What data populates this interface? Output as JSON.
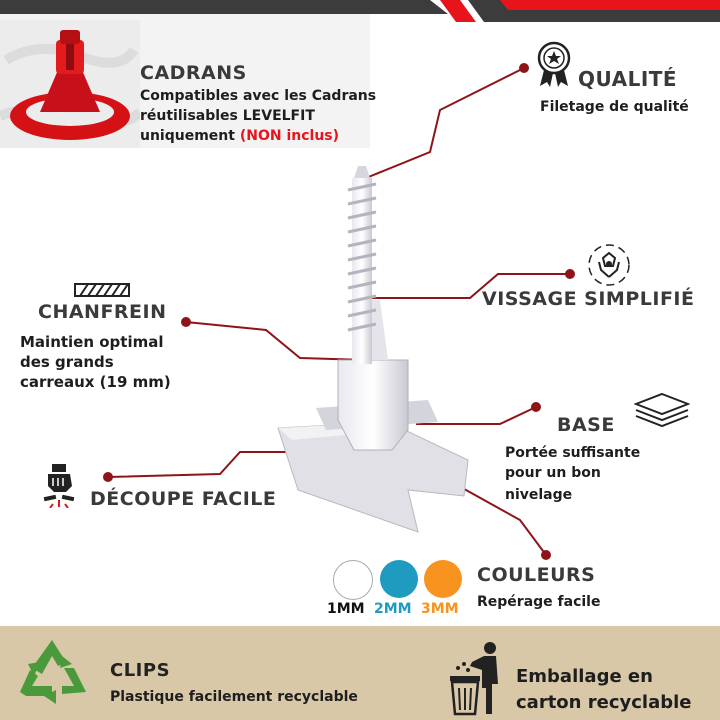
{
  "colors": {
    "accent_red": "#e8141c",
    "line_red": "#8e1418",
    "header_gray": "#3a3a3a",
    "stripe_dark": "#3c3c3c",
    "footer_bg": "#d8c8a8",
    "swatch_white": "#ffffff",
    "swatch_blue": "#1e9bbf",
    "swatch_orange": "#f7931e"
  },
  "cadrans": {
    "title": "CADRANS",
    "line1": "Compatibles avec les Cadrans",
    "line2": "réutilisables LEVELFIT",
    "line3": "uniquement ",
    "highlight": "(NON inclus)"
  },
  "qualite": {
    "icon": "award-ribbon-icon",
    "title": "QUALITÉ",
    "text": "Filetage de qualité"
  },
  "vissage": {
    "icon": "rotate-flower-icon",
    "title": "VISSAGE SIMPLIFIÉ"
  },
  "chanfrein": {
    "icon": "hatched-bar-icon",
    "title": "CHANFREIN",
    "line1": "Maintien optimal",
    "line2": "des grands",
    "line3": "carreaux (19 mm)"
  },
  "base": {
    "icon": "stacked-layers-icon",
    "title": "BASE",
    "line1": "Portée suffisante",
    "line2": "pour un bon",
    "line3": "nivelage"
  },
  "decoupe": {
    "icon": "fist-break-icon",
    "title": "DÉCOUPE FACILE"
  },
  "couleurs": {
    "title": "COULEURS",
    "text": "Repérage facile",
    "swatches": [
      {
        "label": "1MM",
        "color": "#ffffff"
      },
      {
        "label": "2MM",
        "color": "#1e9bbf"
      },
      {
        "label": "3MM",
        "color": "#f7931e"
      }
    ]
  },
  "footer": {
    "clips_title": "CLIPS",
    "clips_text": "Plastique facilement recyclable",
    "recycle_icon": "recycle-icon",
    "trash_icon": "trash-person-icon",
    "packaging_line1": "Emballage en",
    "packaging_line2": "carton recyclable"
  }
}
